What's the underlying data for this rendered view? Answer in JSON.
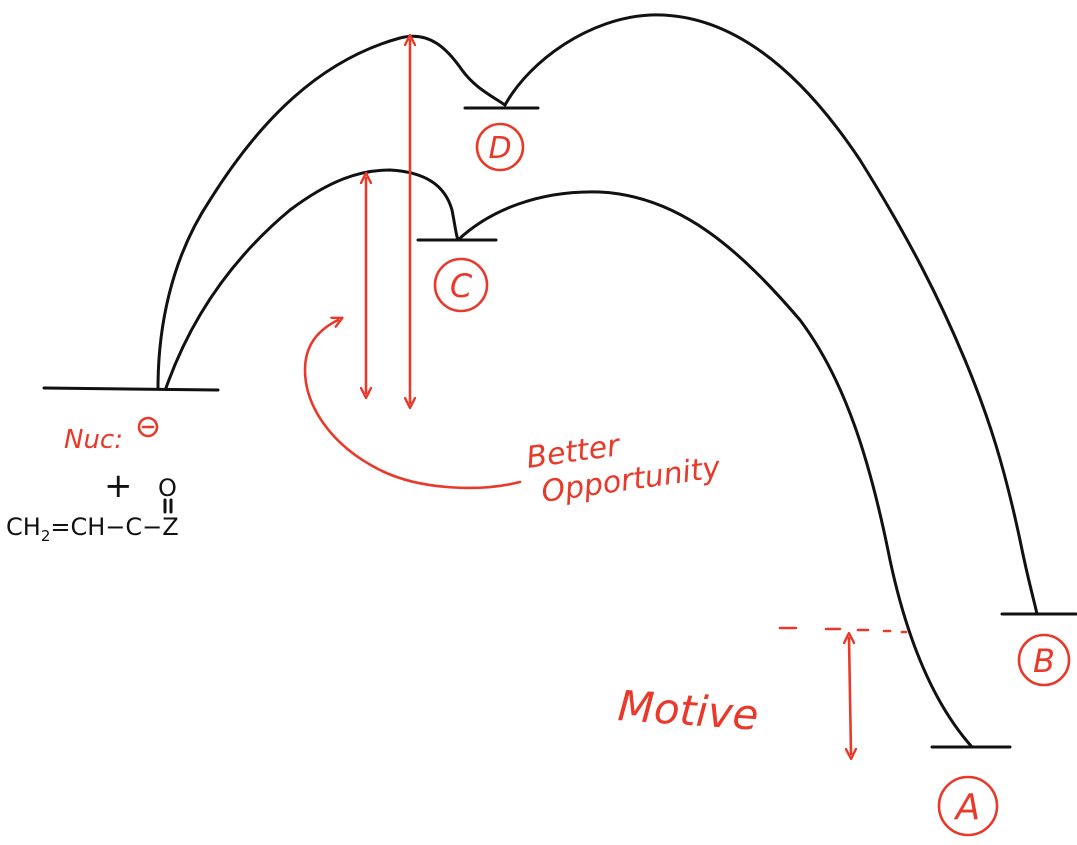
{
  "colors": {
    "curves": "#111111",
    "annotations": "#e8392a",
    "background": "#ffffff"
  },
  "reactants": {
    "nucleophile": "Nuc:",
    "nucleophile_charge": "−",
    "plus": "+",
    "carbonyl_oxygen": "O",
    "molecule_part1": "CH",
    "molecule_subscript": "2",
    "molecule_part2": "=CH−C−Z"
  },
  "levels": {
    "A": "A",
    "B": "B",
    "C": "C",
    "D": "D"
  },
  "annotations": {
    "better_line1": "Better",
    "better_line2": "Opportunity",
    "motive": "Motive"
  }
}
